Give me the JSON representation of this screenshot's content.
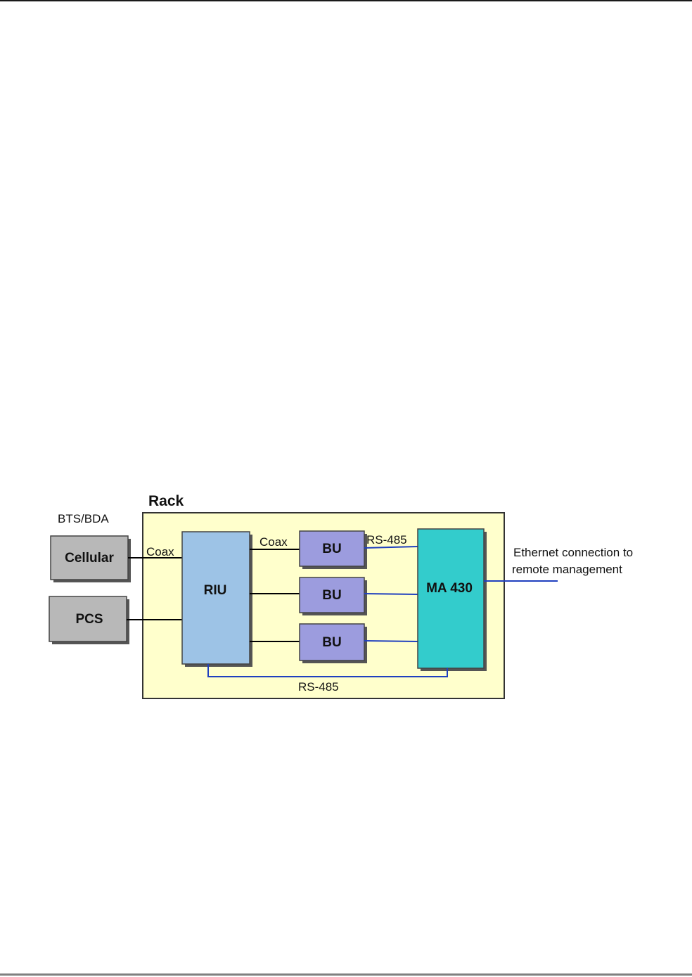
{
  "diagram": {
    "rack": {
      "title": "Rack"
    },
    "source_group_label": "BTS/BDA",
    "blocks": {
      "cellular": "Cellular",
      "pcs": "PCS",
      "riu": "RIU",
      "bu1": "BU",
      "bu2": "BU",
      "bu3": "BU",
      "ma": "MA 430"
    },
    "connection_labels": {
      "coax_in": "Coax",
      "coax_out": "Coax",
      "rs485_top": "RS-485",
      "rs485_bottom": "RS-485"
    },
    "ethernet_label": {
      "line1": "Ethernet connection to",
      "line2": "remote management"
    },
    "colors": {
      "rack_fill": "#FFFFCC",
      "source_block": "#B8B8B8",
      "riu_block": "#9DC3E6",
      "bu_block": "#9C9CDE",
      "ma_block": "#33CCCC",
      "coax_line": "#000000",
      "rs485_line": "#1F3FBF"
    }
  }
}
